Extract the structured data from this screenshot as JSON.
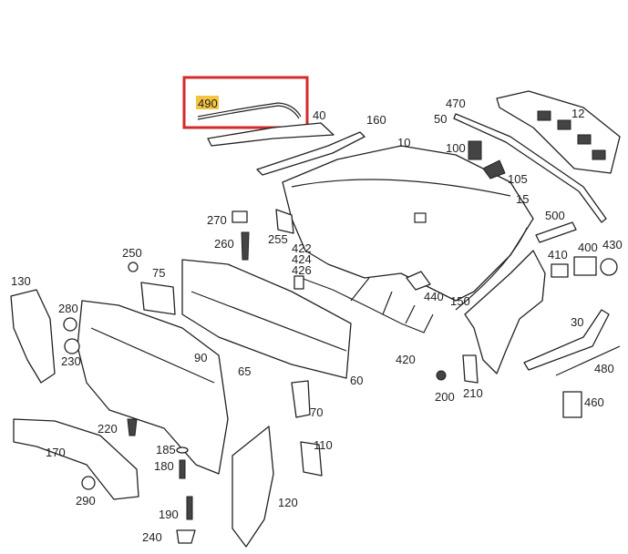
{
  "diagram": {
    "highlight_color": "#d42a2a",
    "label_highlight_color": "#f5c542",
    "highlighted_part": "490",
    "labels": {
      "p490": "490",
      "p40": "40",
      "p160": "160",
      "p470": "470",
      "p50": "50",
      "p12": "12",
      "p10": "10",
      "p100": "100",
      "p105": "105",
      "p15": "15",
      "p270": "270",
      "p260": "260",
      "p255": "255",
      "p500": "500",
      "p410": "410",
      "p400": "400",
      "p430": "430",
      "p250": "250",
      "p75": "75",
      "p422": "422",
      "p424": "424",
      "p426": "426",
      "p440": "440",
      "p130": "130",
      "p280": "280",
      "p230": "230",
      "p150": "150",
      "p30": "30",
      "p90": "90",
      "p65": "65",
      "p60": "60",
      "p420": "420",
      "p200": "200",
      "p210": "210",
      "p480": "480",
      "p70": "70",
      "p460": "460",
      "p220": "220",
      "p170": "170",
      "p185": "185",
      "p180": "180",
      "p110": "110",
      "p290": "290",
      "p190": "190",
      "p120": "120",
      "p240": "240"
    }
  }
}
